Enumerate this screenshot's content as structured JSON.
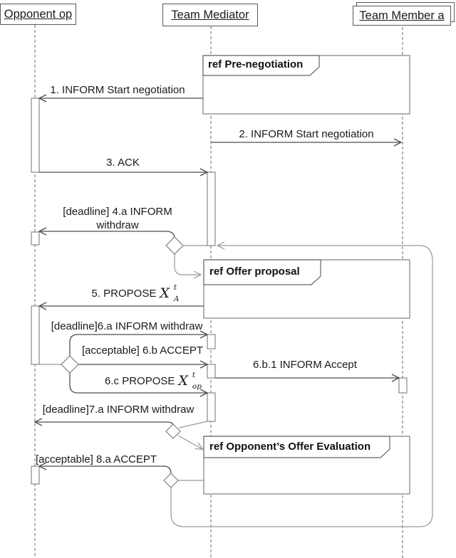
{
  "palette": {
    "background": "#ffffff",
    "message_line": "#4d4d4d",
    "loop_line": "#999999",
    "lifeline": "#8c8c8c",
    "text": "#1a1a1a"
  },
  "participants": {
    "opponent": {
      "label": "Opponent op"
    },
    "mediator": {
      "label": "Team Mediator"
    },
    "member": {
      "label": "Team Member a"
    }
  },
  "frames": {
    "pre_negotiation": {
      "label": "ref Pre-negotiation"
    },
    "offer_proposal": {
      "label": "ref Offer proposal"
    },
    "opponent_offer_evaluation": {
      "label": "ref Opponent’s Offer Evaluation"
    }
  },
  "messages": {
    "m1": {
      "label": "1. INFORM Start negotiation"
    },
    "m2": {
      "label": "2. INFORM Start negotiation"
    },
    "m3": {
      "label": "3. ACK"
    },
    "m4a": {
      "line1": "[deadline] 4.a INFORM",
      "line2": "withdraw"
    },
    "m5": {
      "label": "5. PROPOSE",
      "sym": "X",
      "sup": "t",
      "sub": "A"
    },
    "m6a": {
      "label": "[deadline]6.a INFORM withdraw"
    },
    "m6b": {
      "label": "[acceptable] 6.b ACCEPT"
    },
    "m6c": {
      "label": "6.c PROPOSE",
      "sym": "X",
      "sup": "t",
      "sub": "op"
    },
    "m6b1": {
      "label": "6.b.1 INFORM Accept"
    },
    "m7a": {
      "label": "[deadline]7.a INFORM withdraw"
    },
    "m8a": {
      "label": "[acceptable] 8.a ACCEPT"
    }
  }
}
